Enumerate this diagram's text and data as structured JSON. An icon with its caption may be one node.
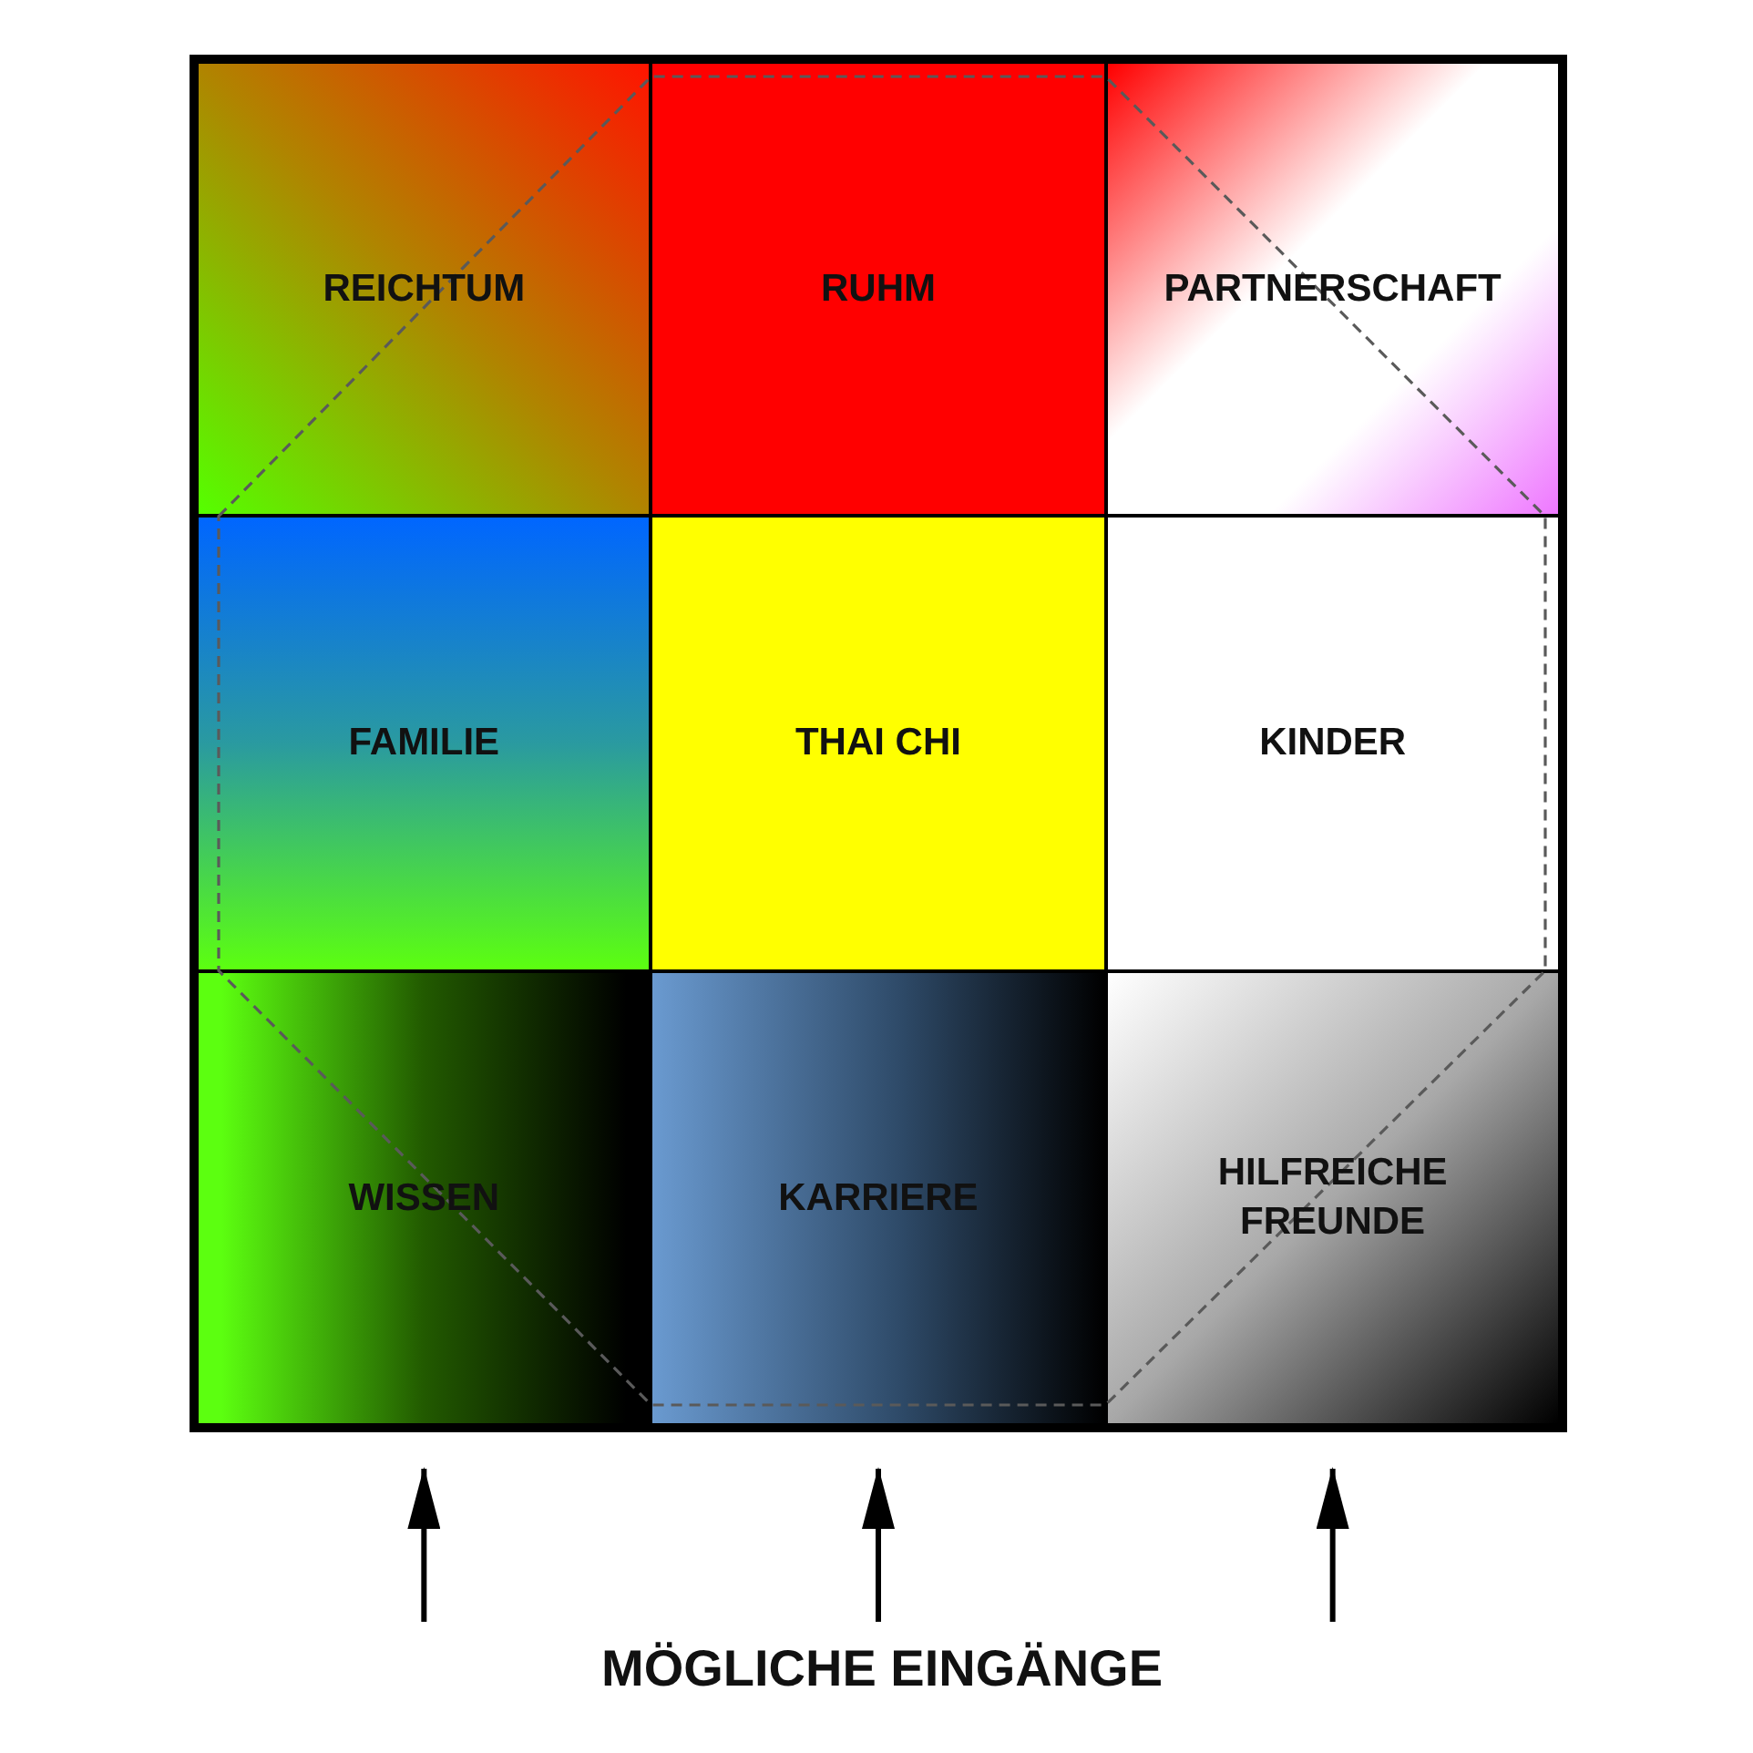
{
  "diagram": {
    "nodes": [
      {
        "text": [
          "REICHTUM"
        ]
      },
      {
        "text": [
          "RUHM"
        ]
      },
      {
        "text": [
          "PARTNERSCHAFT"
        ]
      },
      {
        "text": [
          "FAMILIE"
        ]
      },
      {
        "text": [
          "THAI CHI"
        ]
      },
      {
        "text": [
          "KINDER"
        ]
      },
      {
        "text": [
          "WISSEN"
        ]
      },
      {
        "text": [
          "KARRIERE"
        ]
      },
      {
        "text": [
          "HILFREICHE FREUNDE"
        ]
      }
    ],
    "edges": [
      {
        "from": null,
        "to": 6,
        "arrow": "to"
      },
      {
        "from": null,
        "to": 7,
        "arrow": "to"
      },
      {
        "from": null,
        "to": 8,
        "arrow": "to"
      }
    ],
    "labels": [
      "MÖGLICHE EINGÄNGE"
    ]
  }
}
